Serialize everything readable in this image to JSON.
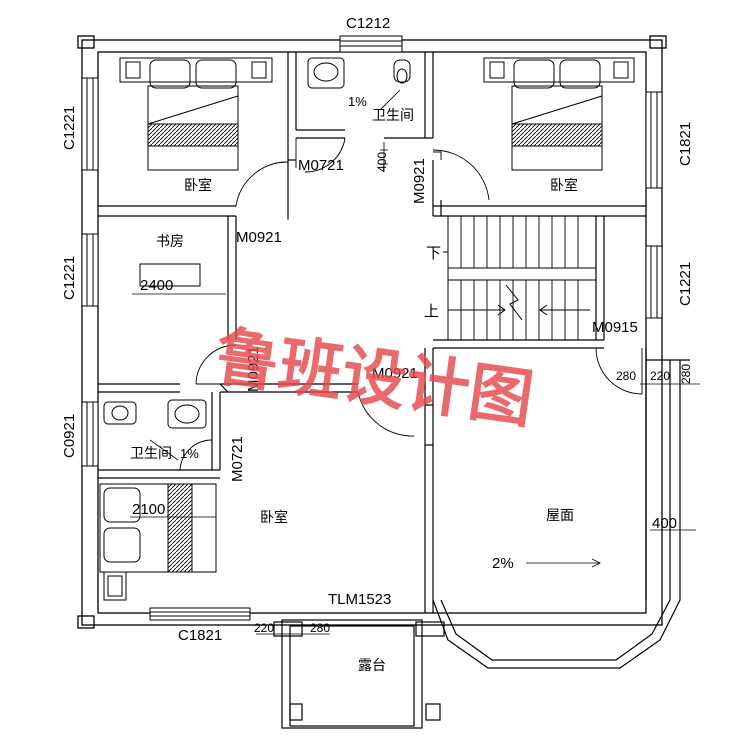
{
  "plan": {
    "rooms": {
      "bedroom_nw": "卧室",
      "bedroom_ne": "卧室",
      "bathroom_n": "卫生间",
      "study": "书房",
      "bathroom_w": "卫生间",
      "bedroom_s": "卧室",
      "roof": "屋面",
      "balcony": "露台"
    },
    "windows": {
      "top": "C1212",
      "left_1": "C1221",
      "left_2": "C1221",
      "left_3": "C0921",
      "right_1": "C1821",
      "right_2": "C1221",
      "bottom": "C1821"
    },
    "doors": {
      "bath_n": "M0721",
      "bedroom_ne": "M0921",
      "bedroom_nw": "M0921",
      "study": "M0921",
      "bedroom_s": "M0921",
      "bath_w": "M0721",
      "stair": "M0915",
      "balcony": "TLM1523"
    },
    "stairs": {
      "down": "下",
      "up": "上"
    },
    "dimensions": {
      "desk": "2400",
      "bed": "2100",
      "small_400": "400",
      "side_400": "400",
      "a_280": "280",
      "a_220": "220",
      "a_280b": "280",
      "b_220": "220",
      "b_280": "280"
    },
    "slopes": {
      "bath_n": "1%",
      "bath_w": "1%",
      "roof": "2%"
    },
    "watermark": "鲁班设计图"
  },
  "colors": {
    "line": "#000000",
    "watermark": "#e5484d"
  }
}
